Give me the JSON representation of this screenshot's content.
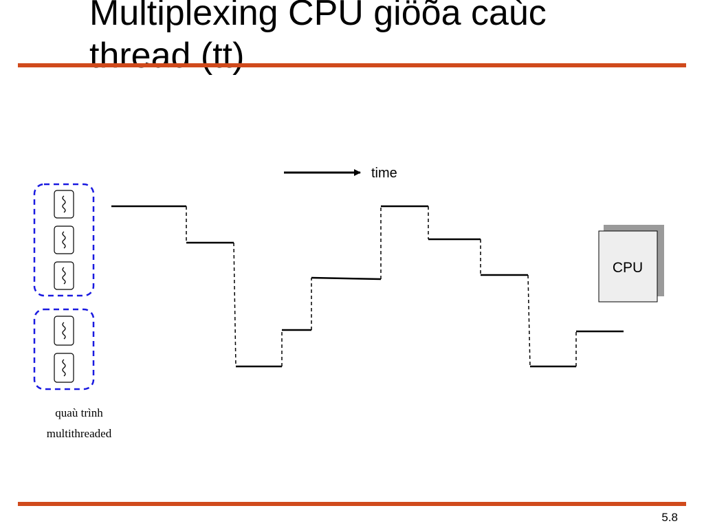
{
  "title": {
    "line1": "Multiplexing CPU giöõa caùc",
    "line2": "thread (tt)"
  },
  "time_label": "time",
  "cpu_label": "CPU",
  "process_caption": {
    "line1": "quaù trình",
    "line2": "multithreaded"
  },
  "page_number": "5.8",
  "colors": {
    "rule": "#d04a1c",
    "group_border": "#1a1ae0",
    "cpu_fill": "#eeeeee",
    "cpu_shadow": "#9a9a9a"
  },
  "icons": {
    "thread": "wavy-thread-icon",
    "arrow": "right-arrow-icon"
  }
}
